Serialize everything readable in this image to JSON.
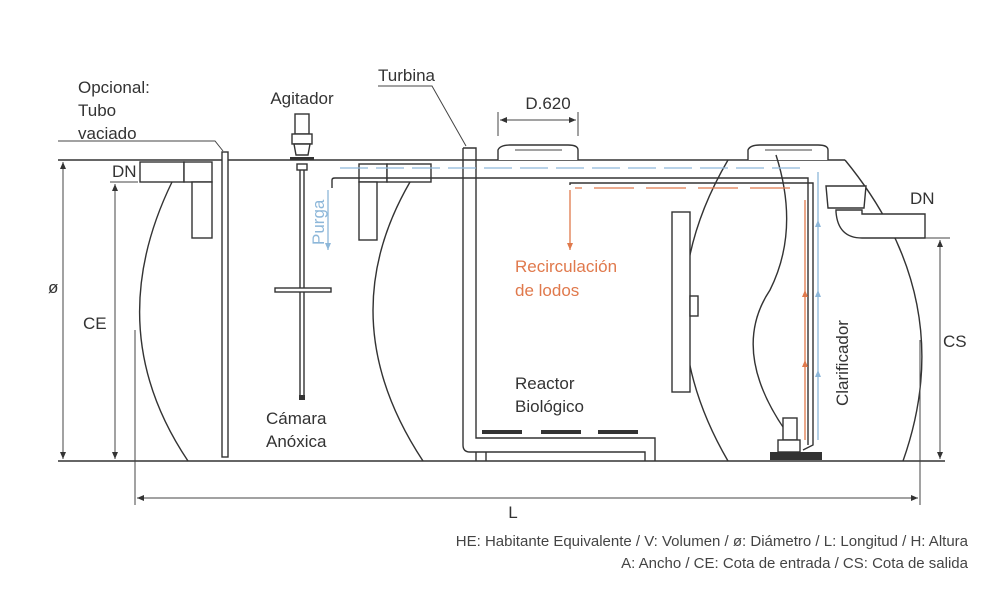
{
  "labels": {
    "optional_line1": "Opcional:",
    "optional_line2": "Tubo",
    "optional_line3": "vaciado",
    "agitator": "Agitador",
    "turbine": "Turbina",
    "hatch_diameter": "D.620",
    "dn_inlet": "DN",
    "dn_outlet": "DN",
    "diameter": "ø",
    "ce": "CE",
    "cs": "CS",
    "length": "L",
    "purge": "Purga",
    "recirculation_line1": "Recirculación",
    "recirculation_line2": "de lodos",
    "anoxic_line1": "Cámara",
    "anoxic_line2": "Anóxica",
    "reactor_line1": "Reactor",
    "reactor_line2": "Biológico",
    "clarifier": "Clarificador"
  },
  "legend": {
    "line1": "HE: Habitante Equivalente / V: Volumen / ø: Diámetro / L: Longitud / H: Altura",
    "line2": "A: Ancho / CE: Cota de entrada / CS: Cota de salida"
  },
  "colors": {
    "recirculation": "#e0794c",
    "purge": "#8db7d9",
    "line": "#333333"
  }
}
